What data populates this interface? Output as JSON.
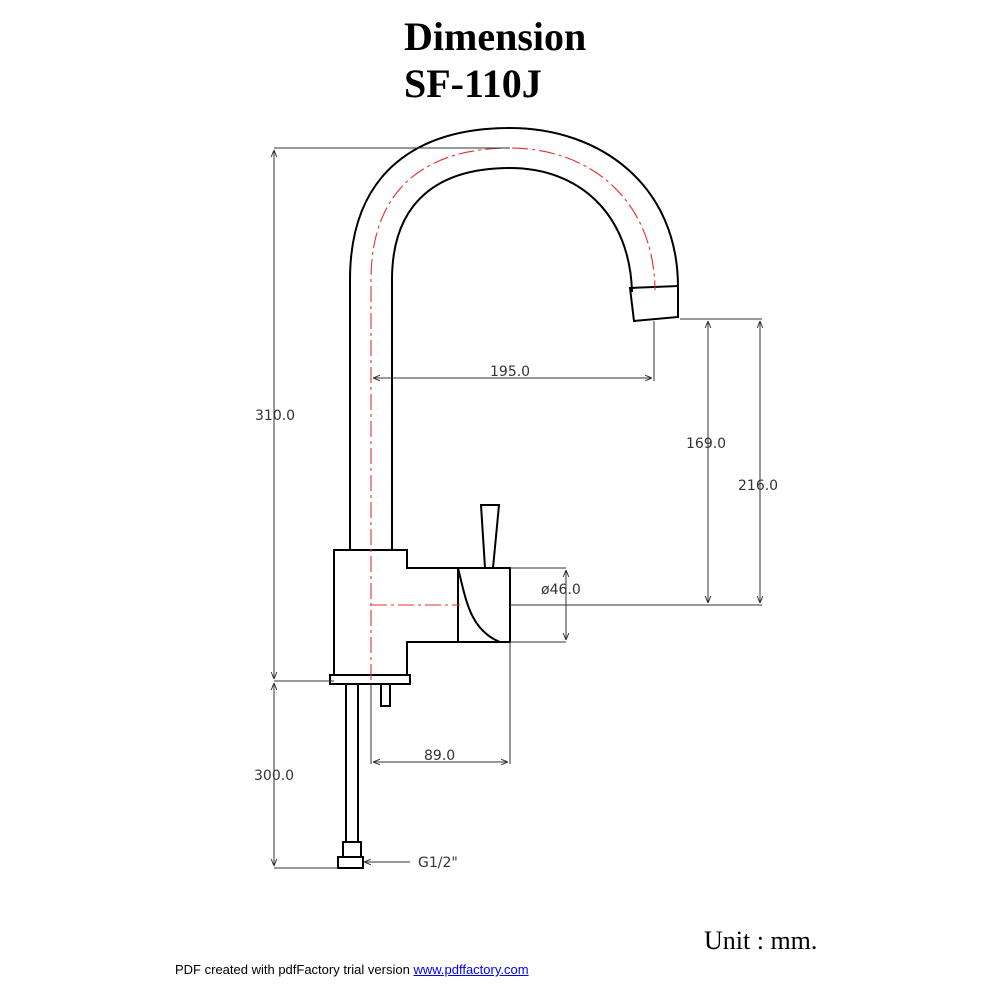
{
  "header": {
    "title": "Dimension",
    "model": "SF-110J"
  },
  "dimensions": {
    "total_height": "310.0",
    "spout_reach": "195.0",
    "spout_clearance": "169.0",
    "spout_outlet_height": "216.0",
    "body_diameter": "ø46.0",
    "body_depth": "89.0",
    "supply_length": "300.0",
    "connection": "G1/2\""
  },
  "unit_label": "Unit : mm.",
  "footer": {
    "text": "PDF created with pdfFactory trial version",
    "link_text": "www.pdffactory.com"
  },
  "colors": {
    "outline": "#000000",
    "centerline": "#e03030",
    "dimension_line": "#333333"
  }
}
